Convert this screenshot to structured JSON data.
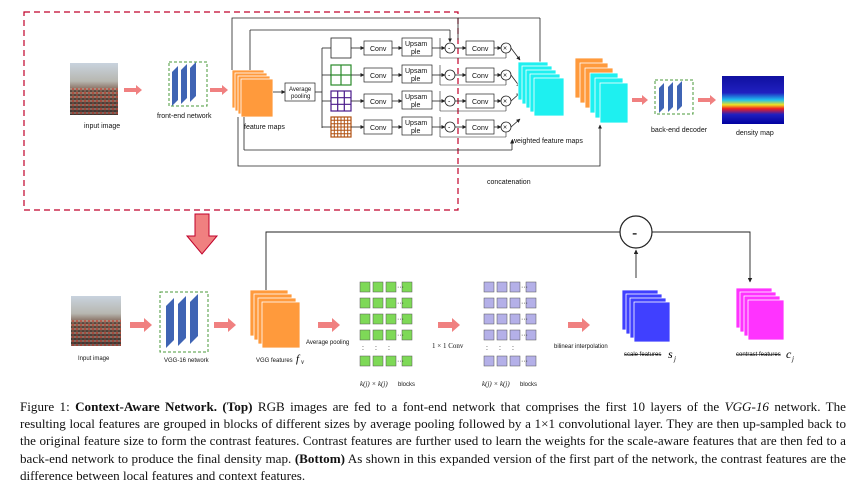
{
  "top": {
    "input_image": "input image",
    "front_end_network": "front-end network",
    "feature_maps": "feature maps",
    "average_pooling_line1": "Average",
    "average_pooling_line2": "pooling",
    "conv": "Conv",
    "upsample_line1": "Upsam",
    "upsample_line2": "ple",
    "minus": "-",
    "times": "×",
    "weighted_feature_maps": "weighted feature maps",
    "concatenation": "concatenation",
    "back_end_decoder": "back-end decoder",
    "density_map": "density map"
  },
  "bottom": {
    "input_image": "Input image",
    "vgg16_network": "VGG-16 network",
    "vgg_features": "VGG features",
    "vgg_features_symbol": "f",
    "vgg_features_sub": "v",
    "average_pooling": "Average pooling",
    "conv1x1": "1 × 1 Conv",
    "blocks_formula": "k(j) × k(j)",
    "blocks_word": "blocks",
    "bilinear_interpolation": "bilinear interpolation",
    "scale_features": "scale features",
    "scale_symbol": "s",
    "scale_sub": "j",
    "contrast_features": "contrast features",
    "contrast_symbol": "c",
    "contrast_sub": "j",
    "minus": "-",
    "ellipsis": "···"
  },
  "caption": {
    "prefix": "Figure 1: ",
    "title": "Context-Aware Network. (Top)",
    "t1": " RGB images are fed to a font-end network that comprises the first 10 layers of the ",
    "vgg": "VGG-16",
    "t2": " network. The resulting local features are grouped in blocks of different sizes by average pooling followed by a 1×1 convolutional layer. They are then up-sampled back to the original feature size to form the contrast features. Contrast features are further used to learn the weights for the scale-aware features that are then fed to a back-end network to produce the final density map. ",
    "bottom_label": "(Bottom)",
    "t3": " As shown in this expanded version of the first part of the network, the contrast features are the difference between local features and context features."
  },
  "colors": {
    "orange": "#ff9a3c",
    "cyan": "#1ef0f0",
    "blue_net": "#3f64b4",
    "green_block": "#7ed957",
    "lavender_block": "#b4b0e8",
    "scale_blue": "#4040ff",
    "contrast_magenta": "#ff33ff",
    "red_dashed": "#c0002a",
    "arrow_pink": "#f08080",
    "green_dashed": "#4a9a3a"
  }
}
